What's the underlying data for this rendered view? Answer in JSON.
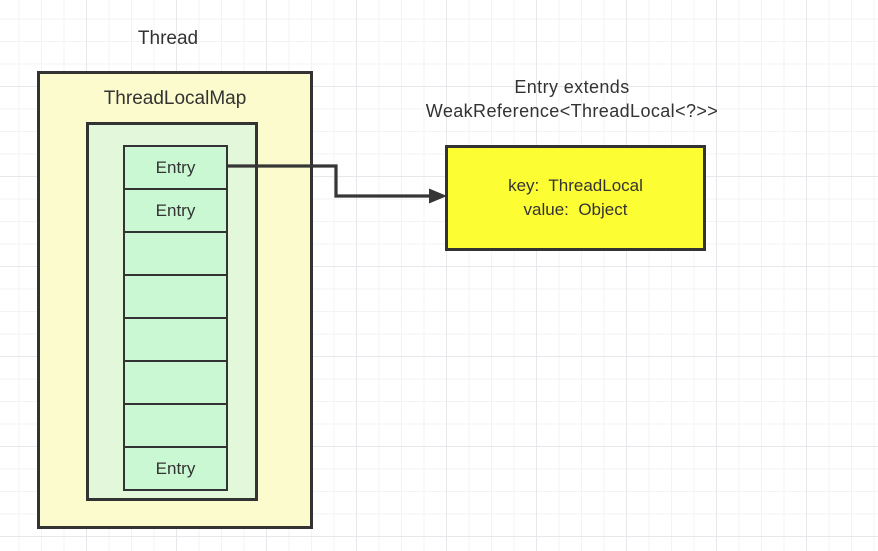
{
  "diagram": {
    "thread_label": "Thread",
    "map": {
      "title": "ThreadLocalMap",
      "cells": [
        "Entry",
        "Entry",
        "",
        "",
        "",
        "",
        "",
        "Entry"
      ]
    },
    "note": {
      "line1": "Entry extends",
      "line2": "WeakReference<ThreadLocal<?>>"
    },
    "entry_detail": {
      "line1": "key:  ThreadLocal",
      "line2": "value:  Object"
    },
    "colors": {
      "map_fill": "#FBFBCD",
      "array_fill": "#E3F8DA",
      "cell_fill": "#CAF8D2",
      "detail_fill": "#FDFD33",
      "border": "#333333",
      "arrow": "#363636",
      "text": "#333333",
      "grid_minor": "#F3F3F6",
      "grid_major": "#E8E8EC"
    }
  }
}
